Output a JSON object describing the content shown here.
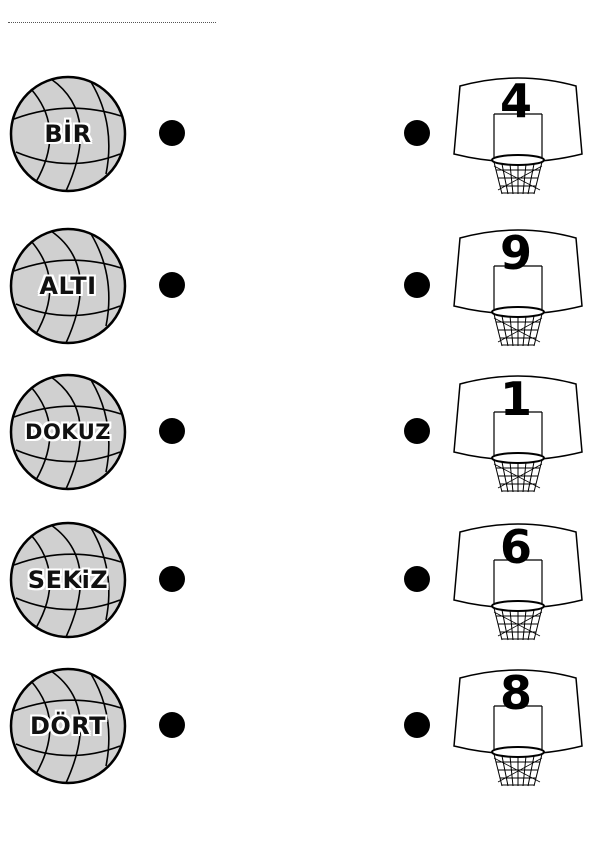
{
  "worksheet": {
    "balls": [
      {
        "word": "BİR"
      },
      {
        "word": "ALTI"
      },
      {
        "word": "DOKUZ"
      },
      {
        "word": "SEKiZ"
      },
      {
        "word": "DÖRT"
      }
    ],
    "hoops": [
      {
        "number": "4"
      },
      {
        "number": "9"
      },
      {
        "number": "1"
      },
      {
        "number": "6"
      },
      {
        "number": "8"
      }
    ]
  }
}
